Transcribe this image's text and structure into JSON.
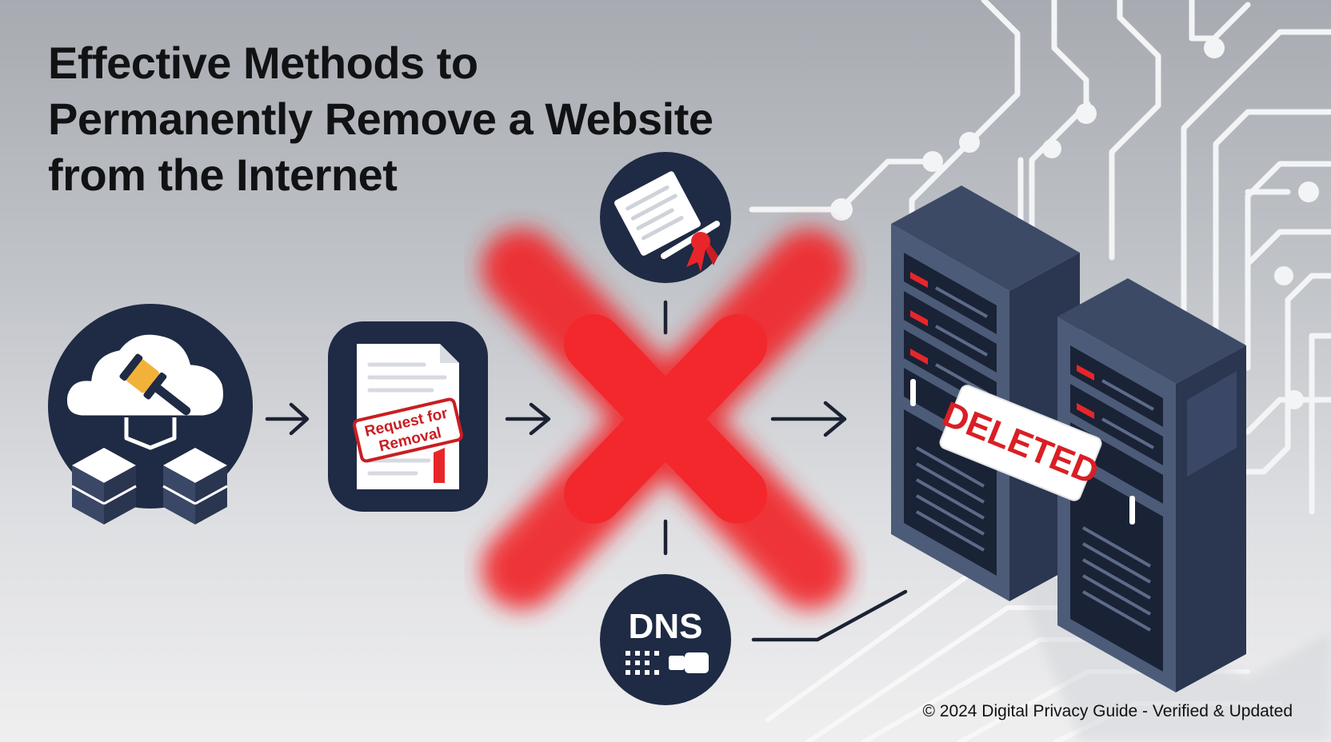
{
  "title": {
    "lines": [
      "Effective Methods to",
      "Permanently Remove a Website",
      "from the Internet"
    ]
  },
  "steps": {
    "legal": {
      "icon": "cloud-gavel-servers-icon"
    },
    "request": {
      "icon": "removal-document-icon",
      "stamp_line1": "Request for",
      "stamp_line2": "Removal"
    },
    "block": {
      "icon": "red-x-icon"
    },
    "certificate": {
      "icon": "certificate-ribbon-icon"
    },
    "dns": {
      "icon": "dns-icon",
      "label": "DNS"
    },
    "server": {
      "icon": "server-rack-icon",
      "banner": "DELETED"
    }
  },
  "footer": {
    "text": "© 2024 Digital Privacy Guide - Verified & Updated"
  },
  "colors": {
    "navy": "#1f2a44",
    "server_front": "#4e5d79",
    "server_side": "#2f3c55",
    "red": "#e8262a",
    "circuit": "#f4f5f7"
  }
}
